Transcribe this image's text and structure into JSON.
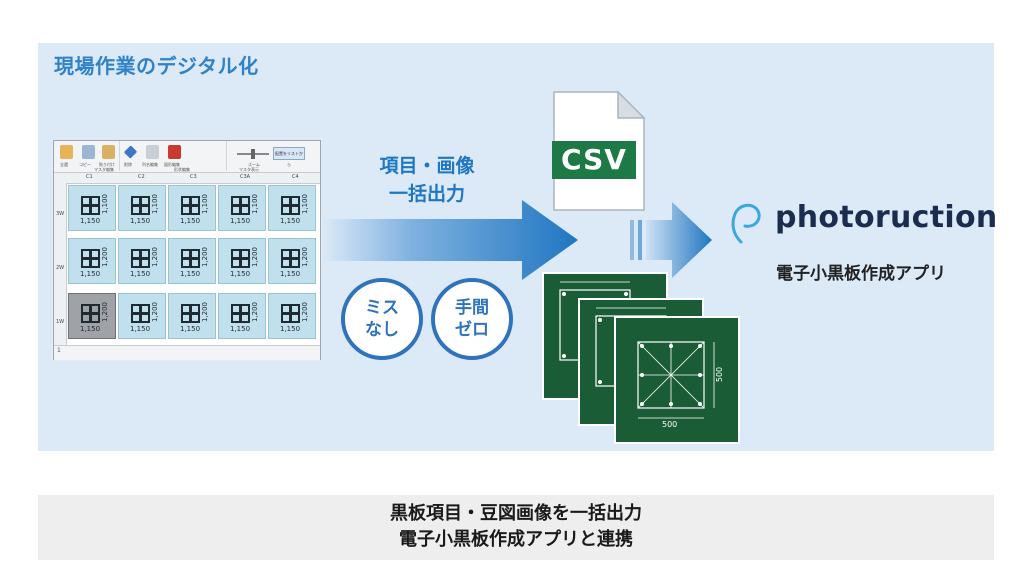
{
  "heading": "現場作業のデジタル化",
  "spreadsheet": {
    "toolbar_buttons": [
      "全選",
      "コピー",
      "貼り付け",
      "削除",
      "列名編集",
      "図形編集",
      "ズーム"
    ],
    "toolbar_group_labels": [
      "マスタ編集",
      "形状編集",
      "マスタ表示"
    ],
    "toolbar_right_button": "配置をリストから",
    "column_headers": [
      "C1",
      "C2",
      "C3",
      "C3A",
      "C4"
    ],
    "row_headers": [
      "3W",
      "2W",
      "1W"
    ],
    "cell_width_label": "1,150",
    "cell_height_labels": [
      "1,100",
      "1,200",
      "1,200"
    ],
    "selected_cell_height_label": "1,200",
    "footer_text": "1"
  },
  "arrow_label": {
    "line1": "項目・画像",
    "line2": "一括出力"
  },
  "badges": [
    {
      "line1": "ミス",
      "line2": "なし"
    },
    {
      "line1": "手間",
      "line2": "ゼロ"
    }
  ],
  "csv_label": "CSV",
  "board_dimension_label": "500",
  "brand": {
    "name": "photoruction",
    "subtitle": "電子小黒板作成アプリ"
  },
  "caption": {
    "line1": "黒板項目・豆図画像を一括出力",
    "line2": "電子小黒板作成アプリと連携"
  },
  "colors": {
    "panel": "#dceaf7",
    "heading": "#2f82c8",
    "arrow": "#1f76c2",
    "circle_border": "#2e73bb",
    "csv_green": "#1e7a45",
    "board_green": "#1a5c36",
    "brand_text": "#1a2d4e",
    "cell_blue": "#bfe0ec"
  },
  "icons": [
    "clipboard-icon",
    "copy-icon",
    "paste-icon",
    "diamond-icon",
    "list-edit-icon",
    "shape-edit-icon",
    "document-icon",
    "photoruction-logo-icon"
  ]
}
